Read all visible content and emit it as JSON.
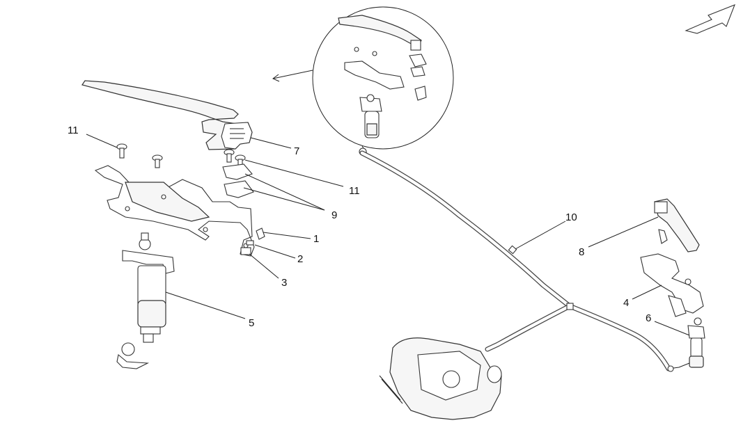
{
  "callouts": {
    "c1": "1",
    "c2": "2",
    "c3": "3",
    "c4": "4",
    "c5": "5",
    "c6": "6",
    "c7": "7",
    "c8": "8",
    "c9": "9",
    "c10": "10",
    "c11a": "11",
    "c11b": "11"
  },
  "icons": {
    "direction": "direction-arrow-icon",
    "detail_pointer": "detail-pointer-arrow-icon"
  }
}
